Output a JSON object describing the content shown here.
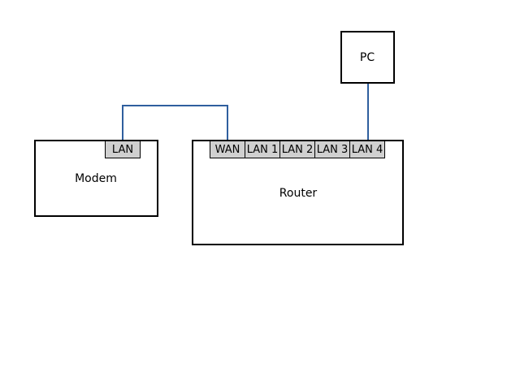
{
  "devices": {
    "modem": {
      "label": "Modem",
      "ports": [
        "LAN"
      ]
    },
    "router": {
      "label": "Router",
      "ports": [
        "WAN",
        "LAN 1",
        "LAN 2",
        "LAN 3",
        "LAN 4"
      ]
    },
    "pc": {
      "label": "PC"
    }
  },
  "connections": [
    {
      "from": "Modem LAN",
      "to": "Router WAN"
    },
    {
      "from": "Router LAN 4",
      "to": "PC"
    }
  ],
  "colors": {
    "cable": "#2f5f9e",
    "port_fill": "#d0d0d0"
  }
}
